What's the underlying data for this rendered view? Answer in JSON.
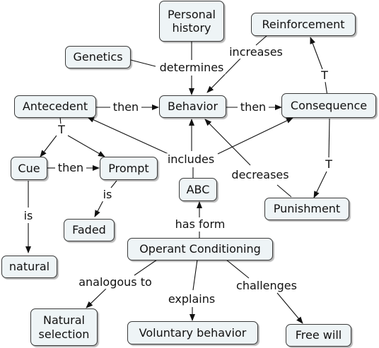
{
  "concepts": {
    "personal_history": "Personal\nhistory",
    "reinforcement": "Reinforcement",
    "genetics": "Genetics",
    "antecedent": "Antecedent",
    "behavior": "Behavior",
    "consequence": "Consequence",
    "cue": "Cue",
    "prompt": "Prompt",
    "abc": "ABC",
    "punishment": "Punishment",
    "faded": "Faded",
    "natural": "natural",
    "operant_conditioning": "Operant Conditioning",
    "natural_selection": "Natural\nselection",
    "voluntary_behavior": "Voluntary behavior",
    "free_will": "Free will"
  },
  "links": {
    "determines": "determines",
    "increases": "increases",
    "then_antecedent_behavior": "then",
    "then_behavior_consequence": "then",
    "t_consequence_reinforcement": "T",
    "t_antecedent": "T",
    "t_consequence_punishment": "T",
    "then_cue_prompt": "then",
    "includes": "includes",
    "decreases": "decreases",
    "is_prompt_faded": "is",
    "is_cue_natural": "is",
    "has_form": "has form",
    "analogous_to": "analogous to",
    "explains": "explains",
    "challenges": "challenges"
  },
  "colors": {
    "node_fill": "#eef4f6",
    "node_border": "#3a3a3a",
    "edge": "#111111"
  }
}
